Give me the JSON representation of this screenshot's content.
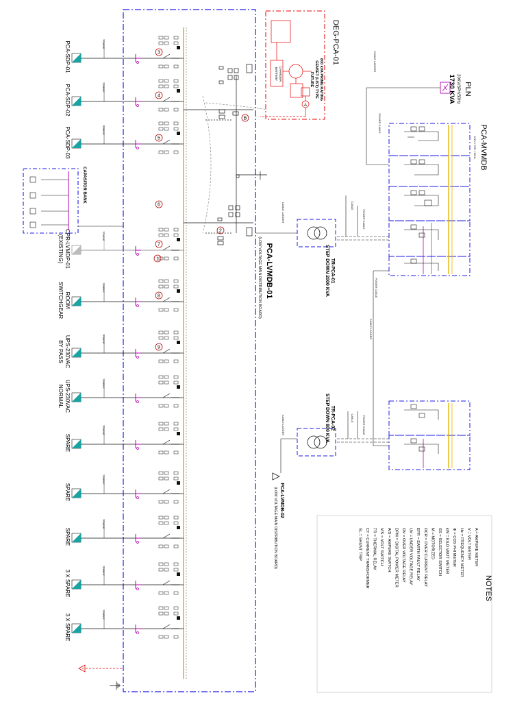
{
  "colors": {
    "panel_border": "#1a1ae6",
    "generator_red": "#e60000",
    "busbar": "#e6b400",
    "load_cyan": "#19a3a3",
    "breaker_magenta": "#b400b4",
    "line": "#111111",
    "grey": "#777777"
  },
  "generator": {
    "title": "DEG-PCA-01",
    "note_line1": "FUTURE",
    "note_line2": "GENSET (LIST) TYPE",
    "note_line3": "800 kVA PRIME RATING",
    "battery_label": "BATTERY",
    "charger_label": "CHARGER"
  },
  "utility": {
    "name": "PLN",
    "spec": "20KV/3PH/50Hz",
    "rating": "1730 KVA"
  },
  "mvmdb": {
    "name": "PCA-MVMDB"
  },
  "lvmdb1": {
    "name": "PCA-LVMDB-01",
    "subtitle": "(LOW VOLTAGE MAIN DISTRIBUTION BOARD)"
  },
  "lvmdb2": {
    "name": "PCA-LVMDB-02",
    "subtitle": "(LOW VOLTAGE MAIN DISTRIBUTION BOARD)"
  },
  "transformers": [
    {
      "line1": "TR-PCA-01",
      "line2": "STEP DOWN 2000 KVA"
    },
    {
      "line1": "TR-PCA-02",
      "line2": "STEP DOWN 800 KVA"
    }
  ],
  "capacitor_bank": {
    "name": "CAPASITOR BANK"
  },
  "feeders": [
    {
      "label1": "PCA-SDP-01",
      "label2": "",
      "num": "3",
      "grey": false
    },
    {
      "label1": "PCA-SDP-02",
      "label2": "",
      "num": "4",
      "grey": false
    },
    {
      "label1": "PCA-SDP-03",
      "label2": "",
      "num": "5",
      "grey": false
    },
    {
      "label1": "CPR-LVMDP-01",
      "label2": "(EXISTING)",
      "num": "7",
      "grey": true
    },
    {
      "label1": "ROOM",
      "label2": "SWITCHGEAR",
      "num": "8",
      "grey": false
    },
    {
      "label1": "UPS-230VAC",
      "label2": "BY PASS",
      "num": "9",
      "grey": false
    },
    {
      "label1": "UPS-230VAC",
      "label2": "NORMAL",
      "num": "",
      "grey": false
    },
    {
      "label1": "SPARE",
      "label2": "",
      "num": "",
      "grey": false
    },
    {
      "label1": "SPARE",
      "label2": "",
      "num": "",
      "grey": false
    },
    {
      "label1": "SPARE",
      "label2": "",
      "num": "",
      "grey": false
    },
    {
      "label1": "3 X SPARE",
      "label2": "",
      "num": "",
      "grey": false
    },
    {
      "label1": "3 X SPARE",
      "label2": "",
      "num": "",
      "grey": false
    }
  ],
  "markers": {
    "m1": "1",
    "m2": "2",
    "m6": "6",
    "mA": "A",
    "mB": "B"
  },
  "notes": {
    "title": "NOTES",
    "items": [
      "A = AMPERE METER",
      "V = VOLT METER",
      "Hz = FREQUENCY METER",
      "Φ = COS PHI METER",
      "kW = KILO WATT METER",
      "SS = SELECTOR SWITCH",
      "M = MOTORIZED",
      "OCR = OVER CURRENT RELAY",
      "EFR = EARTH FAULT RELAY",
      "UV = UNDER VOLTAGE RELAY",
      "OV = OVER VOLTAGE RELAY",
      "DPM = DIGITAL POWER METER",
      "A/S = AMPERE SWITCH",
      "V/S = VOLT SWITCH",
      "TR = THERMAL RELAY",
      "CT = CURRENT TRANSFORMER",
      "SL = SHUNT TRIP"
    ]
  }
}
